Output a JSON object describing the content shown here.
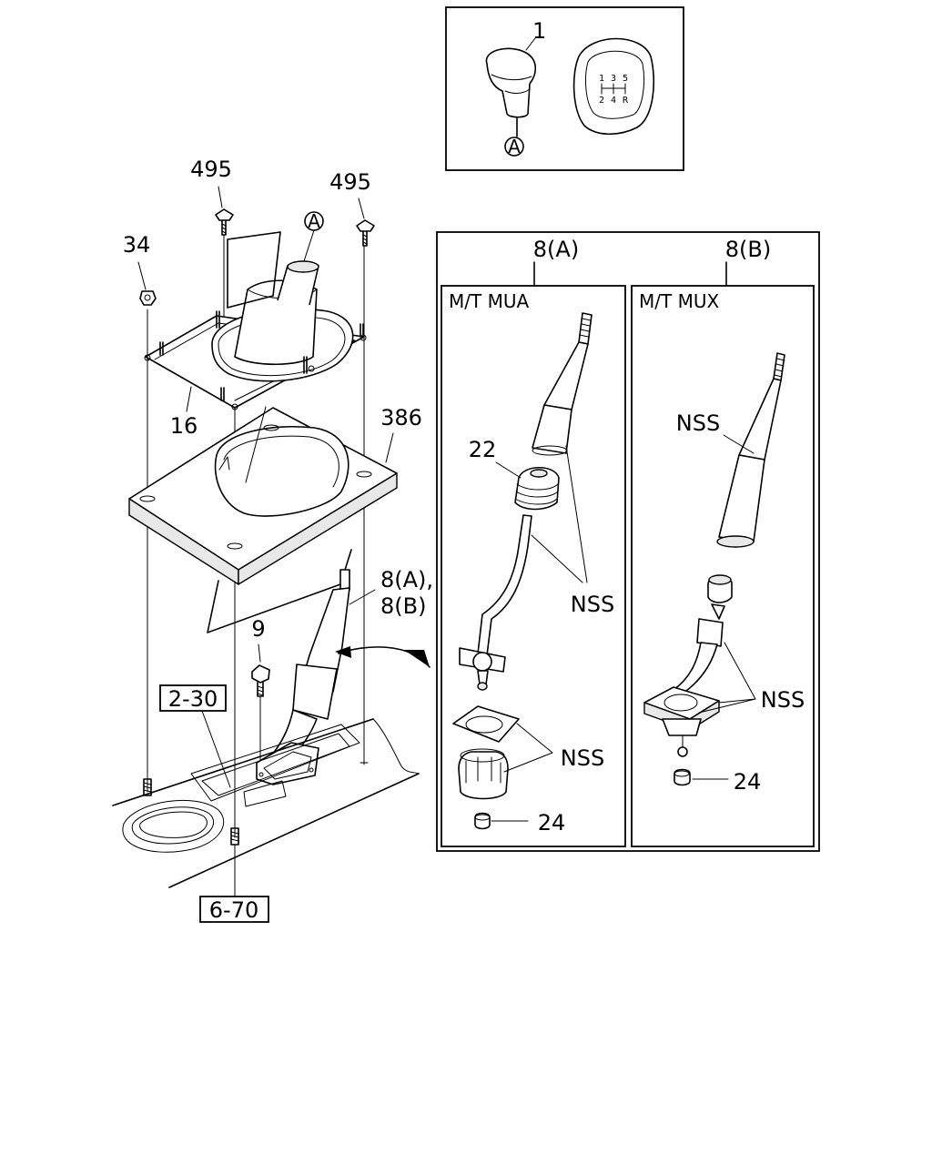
{
  "labels": {
    "knob": "1",
    "knob_ref": "A",
    "bolt_left": "495",
    "bolt_right": "495",
    "nut": "34",
    "boot_ref": "A",
    "bracket": "16",
    "plate": "386",
    "lever_assy_line1": "8(A),",
    "lever_assy_line2": "8(B)",
    "bolt_small": "9",
    "ref_box_1": "2-30",
    "ref_box_2": "6-70"
  },
  "shift_pattern": {
    "top_row": [
      "1",
      "3",
      "5"
    ],
    "bottom_row": [
      "2",
      "4",
      "R"
    ]
  },
  "detail": {
    "col_a_title": "8(A)",
    "col_b_title": "8(B)",
    "panel_a_title": "M/T  MUA",
    "panel_b_title": "M/T  MUX",
    "a_boot_part": "22",
    "a_nss_1": "NSS",
    "a_nss_2": "NSS",
    "a_bushing": "24",
    "b_nss_1": "NSS",
    "b_nss_2": "NSS",
    "b_bushing": "24"
  }
}
